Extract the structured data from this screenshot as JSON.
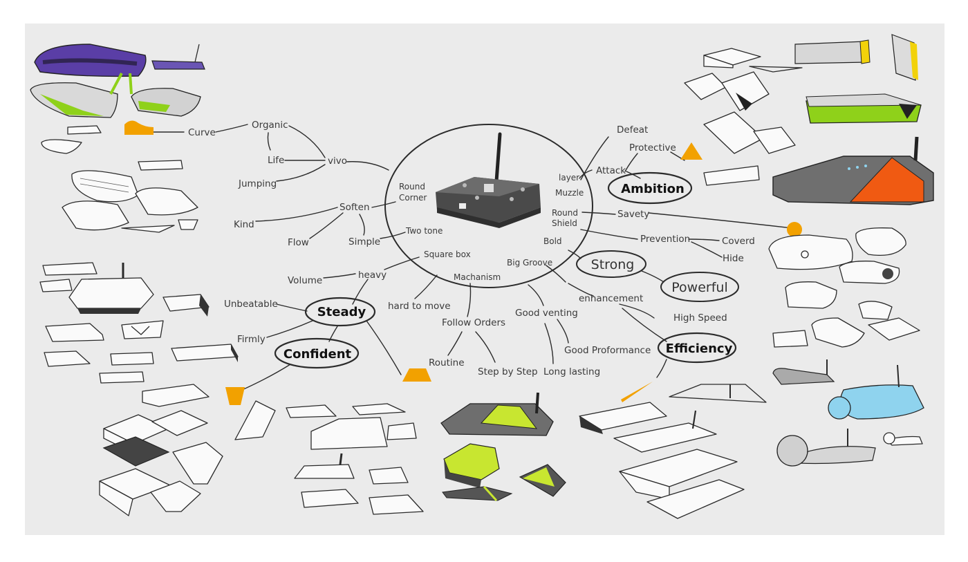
{
  "center": {
    "inner_labels": {
      "round_corner": [
        "Round",
        "Corner"
      ],
      "two_tone": "Two tone",
      "square_box": "Square box",
      "machanism": "Machanism",
      "big_groove": "Big Groove",
      "bold": "Bold",
      "round_shield": [
        "Round",
        "Shield"
      ],
      "muzzle": "Muzzle",
      "layer": "layer"
    }
  },
  "keywords": {
    "ambition": "Ambition",
    "strong": "Strong",
    "powerful": "Powerful",
    "efficiency": "Efficiency",
    "steady": "Steady",
    "confident": "Confident"
  },
  "words": {
    "curve": "Curve",
    "organic": "Organic",
    "life": "Life",
    "vivo": "vivo",
    "jumping": "Jumping",
    "soften": "Soften",
    "kind": "Kind",
    "flow": "Flow",
    "simple": "Simple",
    "volume": "Volume",
    "heavy": "heavy",
    "unbeatable": "Unbeatable",
    "firmly": "Firmly",
    "hard_to_move": "hard to move",
    "follow_orders": "Follow Orders",
    "routine": "Routine",
    "step_by_step": "Step by Step",
    "good_venting": "Good venting",
    "long_lasting": "Long lasting",
    "good_proformance": "Good Proformance",
    "enhancement": "enhancement",
    "high_speed": "High Speed",
    "defeat": "Defeat",
    "protective": "Protective",
    "attack": "Attack",
    "savety": "Savety",
    "prevention": "Prevention",
    "coverd": "Coverd",
    "hide": "Hide"
  },
  "colors": {
    "background": "#ebebeb",
    "accent_orange": "#f2a100",
    "accent_green": "#8fd11a",
    "accent_lime": "#c8e630",
    "accent_purple": "#5a3ea6",
    "accent_red_orange": "#f05a12",
    "accent_yellow": "#f2d20a",
    "accent_blue": "#8fd3ee"
  }
}
